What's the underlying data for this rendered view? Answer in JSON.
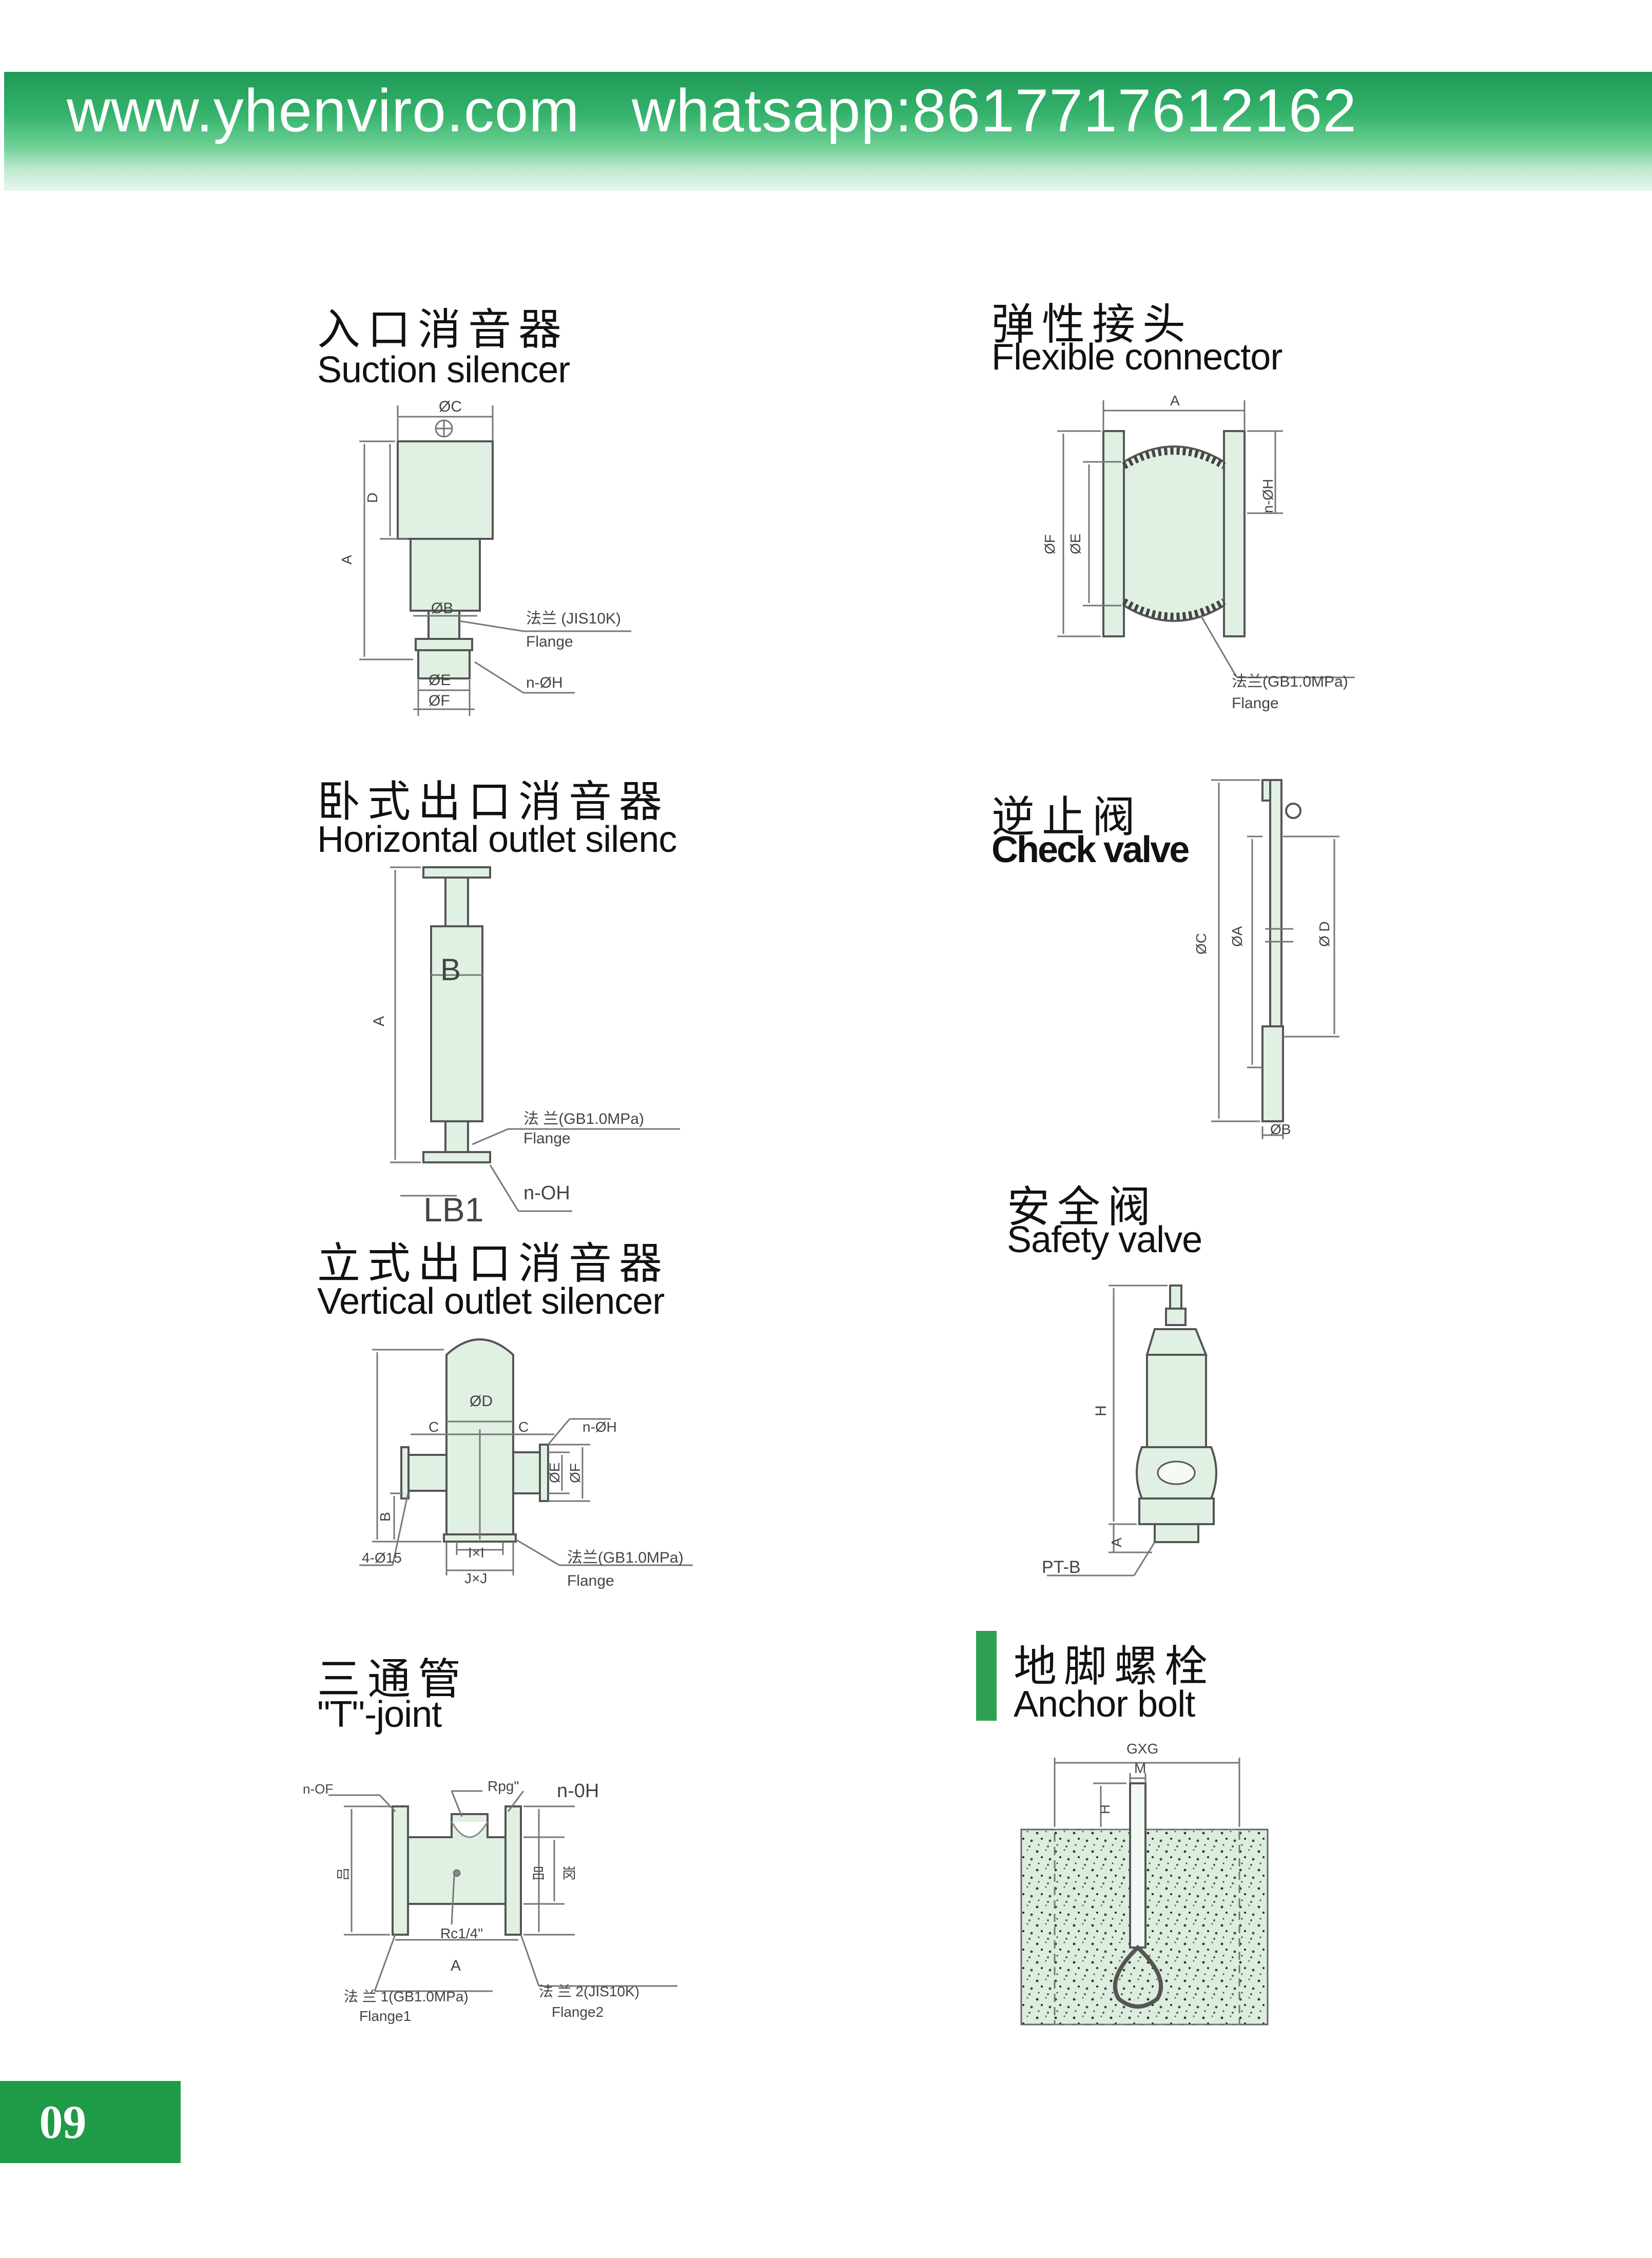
{
  "header": {
    "banner_text": "www.yhenviro.com   whatsapp:8617717612162",
    "accent_color": "#2ea052"
  },
  "sections": {
    "suction_silencer": {
      "zh": "入口消音器",
      "en": "Suction silencer",
      "labels": {
        "oc": "ØC",
        "d": "D",
        "a": "A",
        "ob": "ØB",
        "flange_zh": "法兰 (JIS10K)",
        "flange_en": "Flange",
        "oe": "ØE",
        "noh": "n-ØH",
        "of": "ØF"
      }
    },
    "flexible_connector": {
      "zh": "弹性接头",
      "en": "Flexible connector",
      "labels": {
        "a": "A",
        "noh": "n-ØH",
        "of": "ØF",
        "oe": "ØE",
        "flange_zh": "法兰(GB1.0MPa)",
        "flange_en": "Flange"
      }
    },
    "horizontal_outlet": {
      "zh": "卧式出口消音器",
      "en": "Horizontal outlet silenc",
      "labels": {
        "a": "A",
        "b": "B",
        "flange_zh": "法 兰(GB1.0MPa)",
        "flange_en": "Flange",
        "noh": "n-OH",
        "lb1": "LB1"
      }
    },
    "check_valve": {
      "zh": "逆止阀",
      "en": "Check valve",
      "labels": {
        "oc": "ØC",
        "oa": "ØA",
        "od": "Ø D",
        "ob": "ØB"
      }
    },
    "vertical_outlet": {
      "zh": "立式出口消音器",
      "en": "Vertical outlet silencer",
      "labels": {
        "od": "ØD",
        "c1": "C",
        "c2": "C",
        "noh": "n-ØH",
        "oe": "ØE",
        "of": "ØF",
        "b": "B",
        "holes": "4-Ø15",
        "ixi": "I×I",
        "jxj": "J×J",
        "flange_zh": "法兰(GB1.0MPa)",
        "flange_en": "Flange"
      }
    },
    "safety_valve": {
      "zh": "安全阀",
      "en": "Safety valve",
      "labels": {
        "h": "H",
        "a": "A",
        "ptb": "PT-B"
      }
    },
    "t_joint": {
      "zh": "三通管",
      "en": "\"T\"-joint",
      "labels": {
        "nof": "n-OF",
        "rpg": "Rpg\"",
        "noh": "n-0H",
        "left_dim": "吕",
        "right_dim1": "吕",
        "right_dim2": "岗",
        "rc": "Rc1/4\"",
        "a": "A",
        "flange1_zh": "法 兰 1(GB1.0MPa)",
        "flange1_en": "Flange1",
        "flange2_zh": "法 兰 2(JIS10K)",
        "flange2_en": "Flange2"
      }
    },
    "anchor_bolt": {
      "zh": "地脚螺栓",
      "en": "Anchor bolt",
      "labels": {
        "gxg": "GXG",
        "m": "M",
        "h": "H"
      }
    }
  },
  "footer": {
    "page_number": "09"
  }
}
